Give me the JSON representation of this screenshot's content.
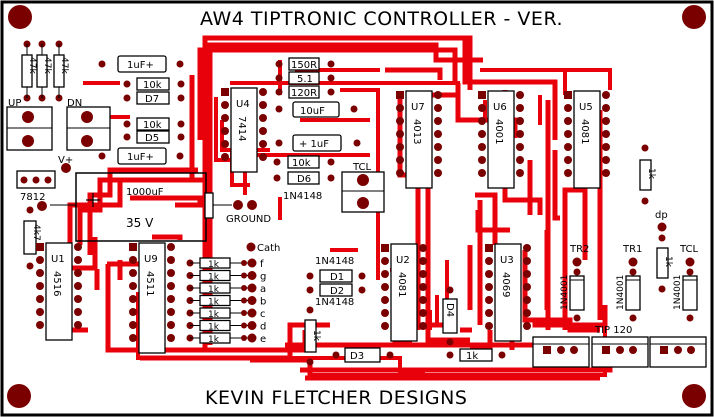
{
  "board": {
    "title": "AW4 TIPTRONIC CONTROLLER - VER.",
    "footer": "KEVIN FLETCHER DESIGNS",
    "colors": {
      "trace": "#e8000b",
      "pad": "#7a0000",
      "outline": "#000000",
      "background": "#ffffff"
    }
  },
  "ics": [
    {
      "ref": "U1",
      "part": "4516"
    },
    {
      "ref": "U9",
      "part": "4511"
    },
    {
      "ref": "U4",
      "part": "7414"
    },
    {
      "ref": "U7",
      "part": "4013"
    },
    {
      "ref": "U6",
      "part": "4001"
    },
    {
      "ref": "U5",
      "part": "4081"
    },
    {
      "ref": "U2",
      "part": "4081"
    },
    {
      "ref": "U3",
      "part": "4069"
    }
  ],
  "components": {
    "r_47k": [
      "47k",
      "47k",
      "47k"
    ],
    "cap_1uf_top": "1uF+",
    "r_10k_1": "10k",
    "d7": "D7",
    "r_10k_2": "10k",
    "d5": "D5",
    "cap_1uf_2": "1uF+",
    "r_150r": "150R",
    "r_51": "5.1",
    "r_120r": "120R",
    "cap_10uf": "10uF",
    "cap_1uf_3": "+ 1uF",
    "r_10k_3": "10k",
    "d6": "D6",
    "d6_part": "1N4148",
    "reg": "7812",
    "vplus": "V+",
    "big_cap": "1000uF",
    "big_cap_v": "35 V",
    "ground": "GROUND",
    "r_4k7": "4k7",
    "up": "UP",
    "dn": "DN",
    "tcl_switch": "TCL",
    "cath": "Cath",
    "segments": [
      "f",
      "g",
      "a",
      "b",
      "c",
      "d",
      "e"
    ],
    "seg_r": "1k",
    "d1": "D1",
    "d2": "D2",
    "d12_part": "1N4148",
    "r_1k_v": "1k",
    "d3": "D3",
    "d4": "D4",
    "r_1k_h": "1k",
    "r_1k_right": "1k",
    "dp": "dp",
    "r_1k_dp": "1k",
    "tr2": "TR2",
    "tr1": "TR1",
    "tcl": "TCL",
    "diode_1n4001": "1N4001",
    "tip": "TIP 120"
  }
}
